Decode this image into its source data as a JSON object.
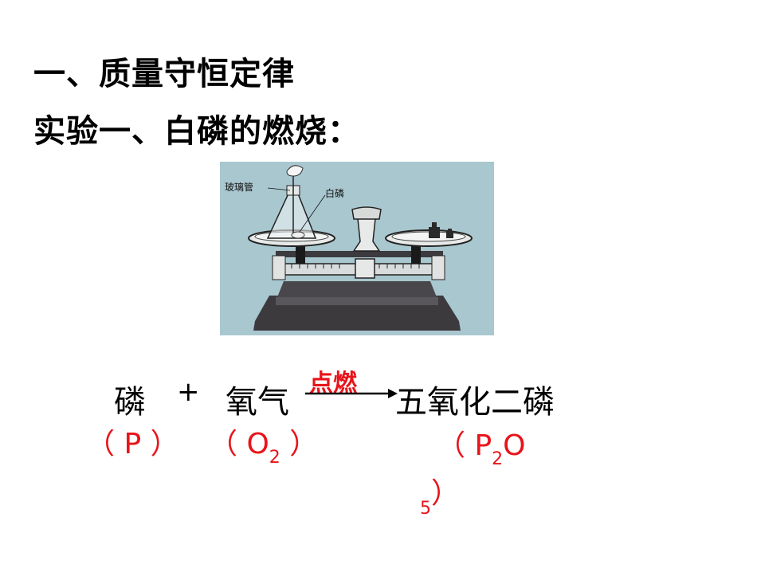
{
  "heading": "一、质量守恒定律",
  "experiment_title": "实验一、白磷的燃烧：",
  "figure": {
    "label_tube": "玻璃管",
    "label_phosphorus": "白磷",
    "background": "#a9c7cf"
  },
  "equation": {
    "reactant1": "磷",
    "plus": "+",
    "reactant2": "氧气",
    "condition": "点燃",
    "product": "五氧化二磷",
    "formula1": "（ P ）",
    "formula2_open": "（ O",
    "formula2_sub": "2",
    "formula2_close": " ）",
    "formula3_open": "（ P",
    "formula3_sub1": "2",
    "formula3_mid": "O",
    "formula3_sub2": "5",
    "formula3_close": "）"
  },
  "colors": {
    "accent": "#e8141a"
  }
}
